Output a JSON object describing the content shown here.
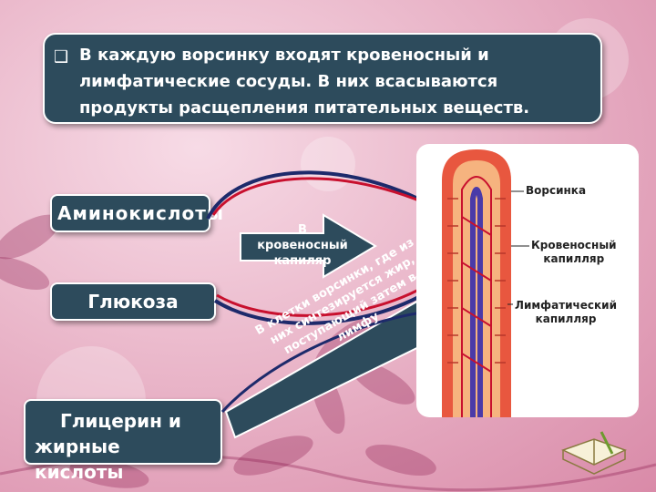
{
  "banner": {
    "bullet": "❑",
    "text_lines": [
      "В каждую ворсинку входят кровеносный и",
      "лимфатические сосуды. В них всасываются",
      "продукты расщепления питательных веществ."
    ]
  },
  "nutrients": {
    "amino": "Аминокислоты",
    "glucose": "Глюкоза",
    "glycerol_lines": [
      "Глицерин и",
      "жирные",
      "кислоты"
    ]
  },
  "arrows": {
    "blood_lines": [
      "В",
      "кровеносный",
      "капиляр"
    ],
    "lymph_lines": [
      "В клетки ворсинки, где из",
      "них синтезируется жир,",
      "поступающий затем в",
      "лимфу"
    ]
  },
  "diagram_labels": {
    "villus": "Ворсинка",
    "blood_capillary_lines": [
      "Кровеносный",
      "капилляр"
    ],
    "lymph_capillary_lines": [
      "Лимфатический",
      "капилляр"
    ]
  },
  "colors": {
    "box_fill": "#2d4b5c",
    "curve_red": "#c8102e",
    "curve_navy": "#1d2a6b",
    "villus_outer": "#e8573f",
    "villus_inner": "#f6b37f"
  }
}
